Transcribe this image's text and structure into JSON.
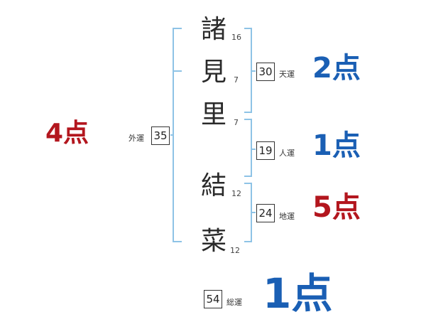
{
  "name_chars": [
    {
      "char": "諸",
      "strokes": "16"
    },
    {
      "char": "見",
      "strokes": "7"
    },
    {
      "char": "里",
      "strokes": "7"
    },
    {
      "char": "結",
      "strokes": "12"
    },
    {
      "char": "菜",
      "strokes": "12"
    }
  ],
  "fortunes": {
    "gaiun": {
      "label": "外運",
      "value": "35",
      "score": "4点"
    },
    "tenun": {
      "label": "天運",
      "value": "30",
      "score": "2点"
    },
    "jinun": {
      "label": "人運",
      "value": "19",
      "score": "1点"
    },
    "chiun": {
      "label": "地運",
      "value": "24",
      "score": "5点"
    },
    "souun": {
      "label": "総運",
      "value": "54",
      "score": "1点"
    }
  },
  "colors": {
    "bracket": "#8ec3e6",
    "score_blue": "#1a5fb4",
    "score_red": "#b3161e"
  }
}
